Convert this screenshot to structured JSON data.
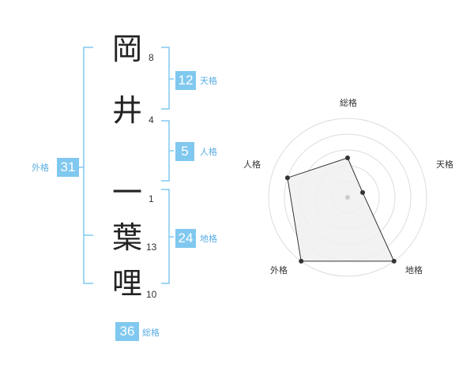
{
  "name_chars": [
    {
      "char": "岡",
      "strokes": "8"
    },
    {
      "char": "井",
      "strokes": "4"
    },
    {
      "char": "一",
      "strokes": "1"
    },
    {
      "char": "葉",
      "strokes": "13"
    },
    {
      "char": "哩",
      "strokes": "10"
    }
  ],
  "kaku": {
    "tenkaku": {
      "value": "12",
      "label": "天格"
    },
    "jinkaku": {
      "value": "5",
      "label": "人格"
    },
    "chikaku": {
      "value": "24",
      "label": "地格"
    },
    "gaikaku": {
      "value": "31",
      "label": "外格"
    },
    "soukaku": {
      "value": "36",
      "label": "総格"
    }
  },
  "chart_data": {
    "type": "radar",
    "axes": [
      "総格",
      "天格",
      "地格",
      "外格",
      "人格"
    ],
    "values": [
      2.5,
      1,
      5,
      5,
      4
    ],
    "max": 5,
    "rings": 5,
    "colors": {
      "fill": "#f0f0f0",
      "stroke": "#333333",
      "ring": "#dddddd"
    }
  },
  "colors": {
    "accent": "#80c8ef",
    "bracket": "#80c8ef"
  }
}
